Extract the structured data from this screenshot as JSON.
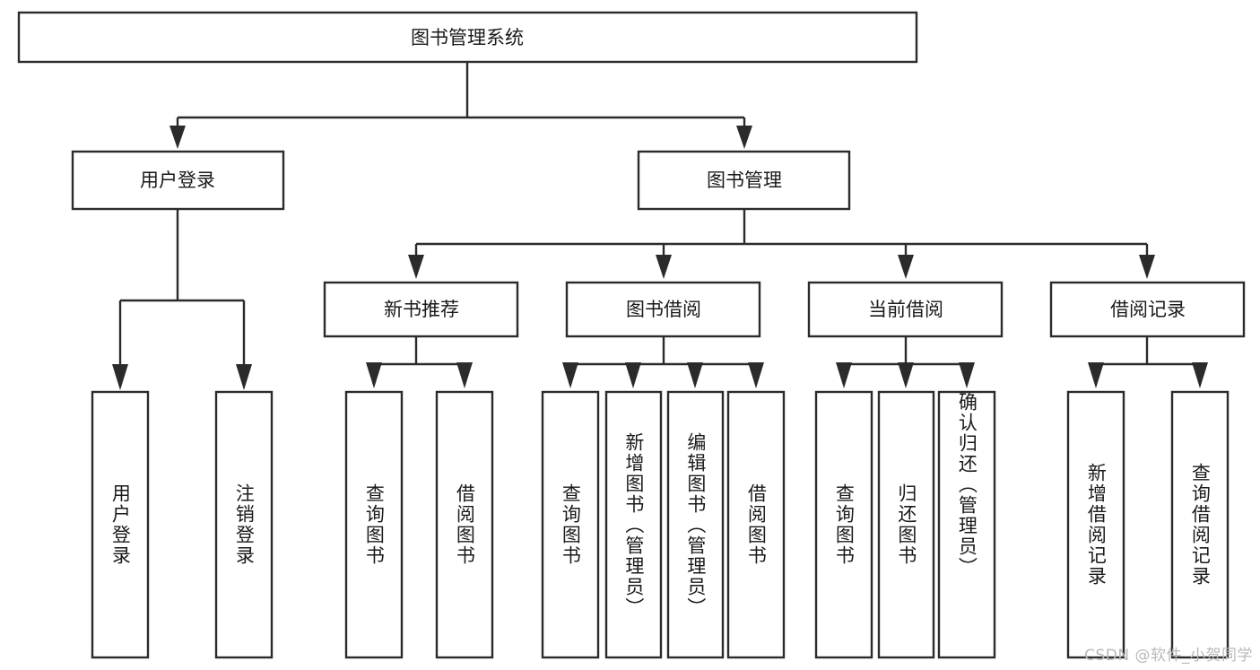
{
  "meta": {
    "diagram_type": "tree-hierarchy",
    "orientation": "top-down",
    "box_fill": "#ffffff",
    "box_stroke": "#2b2b2b",
    "text_color": "#1a1a1a",
    "background": "#ffffff"
  },
  "watermark": {
    "text": "CSDN @软件_小贺同学",
    "color": "#b9b9b9"
  },
  "root": {
    "label": "图书管理系统"
  },
  "level2": [
    {
      "label": "用户登录"
    },
    {
      "label": "图书管理"
    }
  ],
  "level3": [
    {
      "label": "新书推荐"
    },
    {
      "label": "图书借阅"
    },
    {
      "label": "当前借阅"
    },
    {
      "label": "借阅记录"
    }
  ],
  "leaves": {
    "user_login": [
      {
        "label": "用户登录"
      },
      {
        "label": "注销登录"
      }
    ],
    "new_book_recommend": [
      {
        "label": "查询图书"
      },
      {
        "label": "借阅图书"
      }
    ],
    "book_borrow": [
      {
        "label": "查询图书"
      },
      {
        "label": "新增图书（管理员）"
      },
      {
        "label": "编辑图书（管理员）"
      },
      {
        "label": "借阅图书"
      }
    ],
    "current_borrow": [
      {
        "label": "查询图书"
      },
      {
        "label": "归还图书"
      },
      {
        "label": "确认归还（管理员）"
      }
    ],
    "borrow_record": [
      {
        "label": "新增借阅记录"
      },
      {
        "label": "查询借阅记录"
      }
    ]
  }
}
